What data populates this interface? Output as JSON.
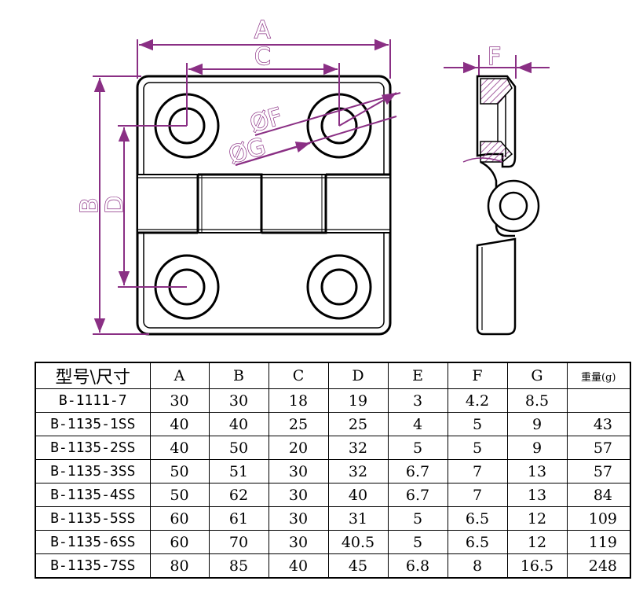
{
  "drawing": {
    "dim_labels": {
      "A": "A",
      "B": "B",
      "C": "C",
      "D": "D",
      "F_side": "F",
      "phiF": "ØF",
      "phiG": "ØG"
    },
    "colors": {
      "dimension": "#8a2f84",
      "outline": "#000000",
      "hatch": "#8a2f84"
    }
  },
  "table": {
    "headers": [
      "型号\\尺寸",
      "A",
      "B",
      "C",
      "D",
      "E",
      "F",
      "G",
      "重量(g)"
    ],
    "rows": [
      [
        "B-1111-7",
        "30",
        "30",
        "18",
        "19",
        "3",
        "4.2",
        "8.5",
        ""
      ],
      [
        "B-1135-1SS",
        "40",
        "40",
        "25",
        "25",
        "4",
        "5",
        "9",
        "43"
      ],
      [
        "B-1135-2SS",
        "40",
        "50",
        "20",
        "32",
        "5",
        "5",
        "9",
        "57"
      ],
      [
        "B-1135-3SS",
        "50",
        "51",
        "30",
        "32",
        "6.7",
        "7",
        "13",
        "57"
      ],
      [
        "B-1135-4SS",
        "50",
        "62",
        "30",
        "40",
        "6.7",
        "7",
        "13",
        "84"
      ],
      [
        "B-1135-5SS",
        "60",
        "61",
        "30",
        "31",
        "5",
        "6.5",
        "12",
        "109"
      ],
      [
        "B-1135-6SS",
        "60",
        "70",
        "30",
        "40.5",
        "5",
        "6.5",
        "12",
        "119"
      ],
      [
        "B-1135-7SS",
        "80",
        "85",
        "40",
        "45",
        "6.8",
        "8",
        "16.5",
        "248"
      ]
    ]
  }
}
